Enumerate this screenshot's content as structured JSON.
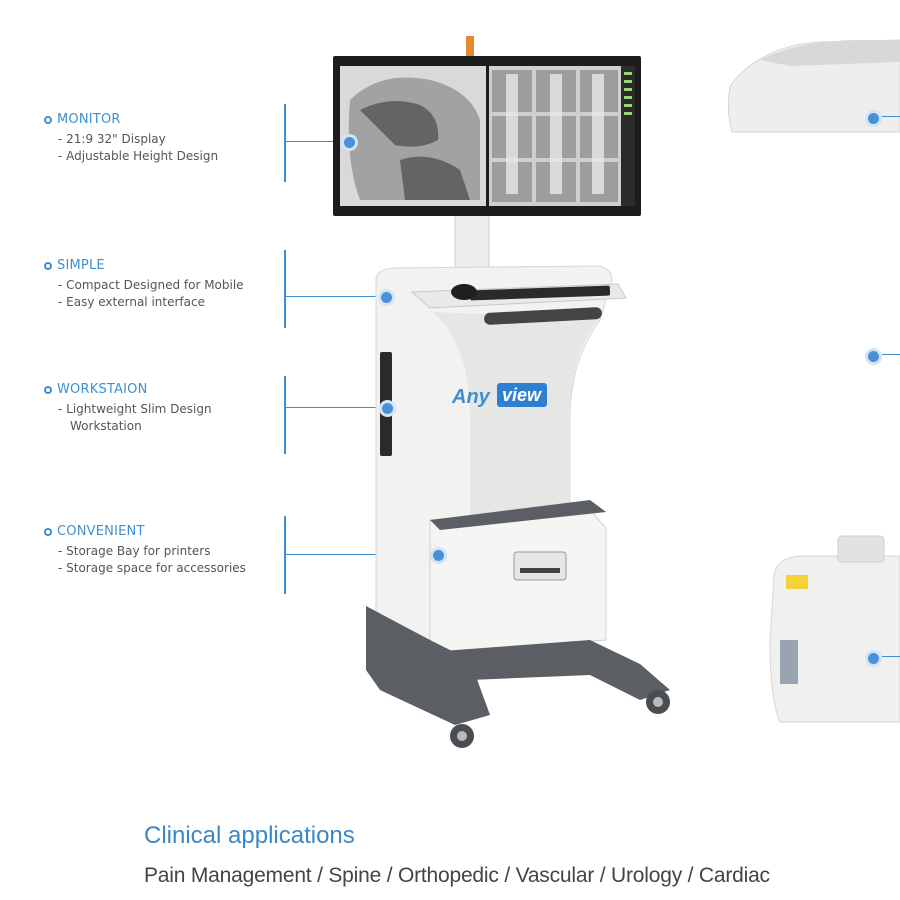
{
  "features": [
    {
      "title": "MONITOR",
      "lines": [
        "- 21:9  32\" Display",
        "- Adjustable Height Design"
      ]
    },
    {
      "title": "SIMPLE",
      "lines": [
        "- Compact Designed for Mobile",
        "- Easy external interface"
      ]
    },
    {
      "title": "WORKSTAION",
      "lines": [
        "- Lightweight Slim Design",
        "Workstation"
      ]
    },
    {
      "title": "CONVENIENT",
      "lines": [
        "- Storage Bay for printers",
        "- Storage space for accessories"
      ]
    }
  ],
  "brand": {
    "part1": "Any",
    "part2": "view"
  },
  "clinical": {
    "title": "Clinical applications",
    "text": "Pain Management / Spine / Orthopedic / Vascular / Urology / Cardiac"
  },
  "colors": {
    "accent": "#3f8fd0",
    "text": "#555555",
    "cart": "#f2f2f0",
    "base": "#5b5f63"
  }
}
